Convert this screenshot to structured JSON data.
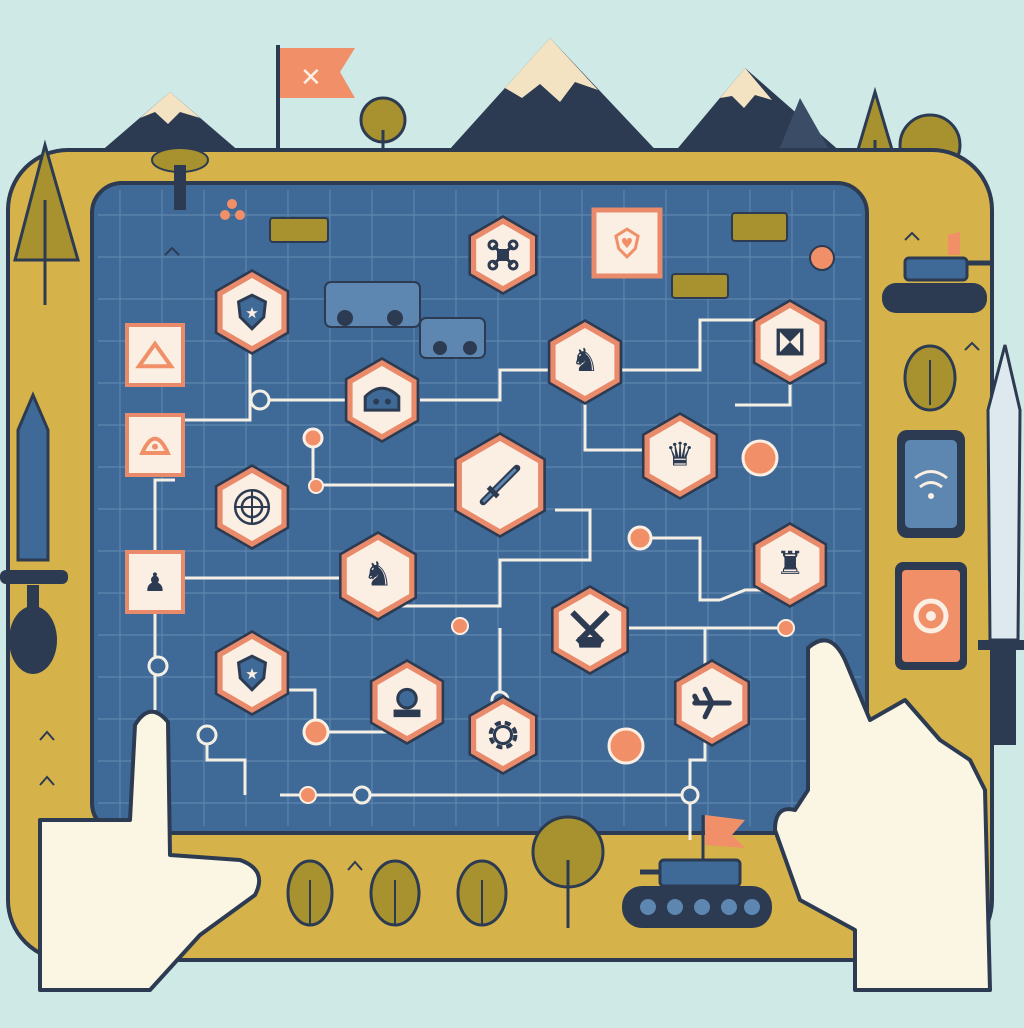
{
  "scene": {
    "title": "",
    "colors": {
      "sky": "#cfe9e6",
      "frame": "#d6b24a",
      "frame_dark": "#a9892f",
      "board": "#3f6a97",
      "board_grid": "#5d86b0",
      "node_fill": "#fbeee2",
      "node_border": "#e98a6a",
      "node_outline": "#2c3b52",
      "path": "#f4efe4",
      "accent": "#f08f68",
      "olive": "#a8922f",
      "hand": "#fbf6e4"
    }
  },
  "map": {
    "nodes": [
      {
        "id": "shield-star",
        "icon": "shield-star-icon",
        "shape": "hex",
        "interactable": true
      },
      {
        "id": "drone",
        "icon": "drone-icon",
        "shape": "hex",
        "interactable": true
      },
      {
        "id": "heart-shield",
        "icon": "heart-shield-icon",
        "shape": "badge",
        "interactable": true
      },
      {
        "id": "helmet",
        "icon": "helmet-icon",
        "shape": "hex",
        "interactable": true
      },
      {
        "id": "knight-1",
        "icon": "knight-icon",
        "shape": "hex",
        "interactable": true
      },
      {
        "id": "crossed-box",
        "icon": "crossed-box-icon",
        "shape": "hex",
        "interactable": true
      },
      {
        "id": "sword",
        "icon": "sword-icon",
        "shape": "hex",
        "interactable": true
      },
      {
        "id": "queen",
        "icon": "queen-icon",
        "shape": "hex",
        "interactable": true
      },
      {
        "id": "target",
        "icon": "target-icon",
        "shape": "hex",
        "interactable": true
      },
      {
        "id": "knight-2",
        "icon": "knight-icon",
        "shape": "hex",
        "interactable": true
      },
      {
        "id": "rook",
        "icon": "rook-icon",
        "shape": "hex",
        "interactable": true
      },
      {
        "id": "crossed-axes",
        "icon": "crossed-axes-icon",
        "shape": "hex",
        "interactable": true
      },
      {
        "id": "shield-2",
        "icon": "shield-star-icon",
        "shape": "hex",
        "interactable": true
      },
      {
        "id": "orb",
        "icon": "orb-icon",
        "shape": "hex",
        "interactable": true
      },
      {
        "id": "gear-ring",
        "icon": "gear-ring-icon",
        "shape": "hex",
        "interactable": true
      },
      {
        "id": "jet",
        "icon": "jet-icon",
        "shape": "hex",
        "interactable": true
      }
    ],
    "squares": [
      {
        "id": "tent",
        "icon": "tent-icon"
      },
      {
        "id": "bell",
        "icon": "bell-icon"
      },
      {
        "id": "pawn",
        "icon": "pawn-icon"
      }
    ]
  },
  "sidebar": {
    "phone_signal": "signal-icon",
    "phone_settings": "gear-icon"
  }
}
